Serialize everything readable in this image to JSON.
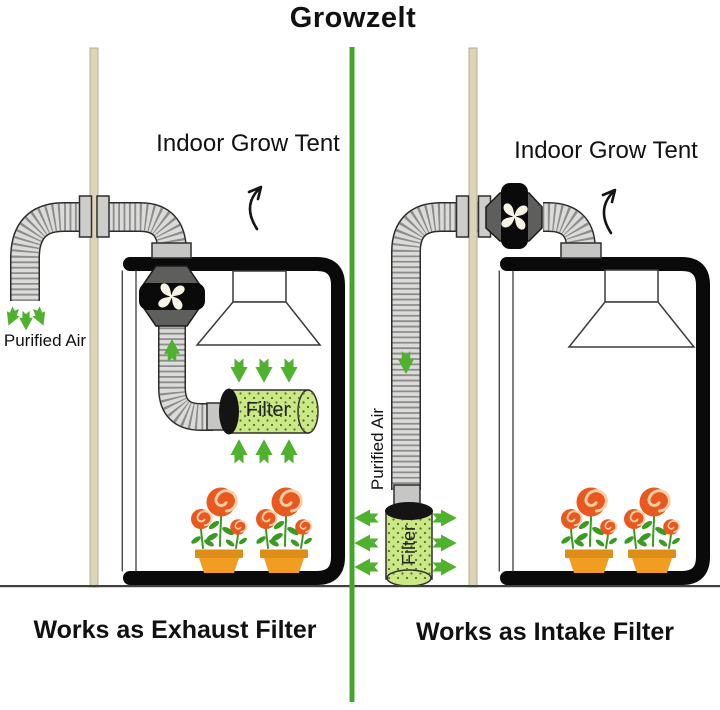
{
  "title": "Growzelt",
  "colors": {
    "divider_green": "#44a42c",
    "arrow_green": "#4fb12e",
    "filter_green": "#cbe886",
    "duct_gray": "#dbdbd9",
    "tent_black": "#0a0a0a",
    "pot_orange": "#f09d22",
    "bloom_orange": "#e9581e"
  },
  "left_panel": {
    "tent_label": "Indoor Grow Tent",
    "purified_air_label": "Purified Air",
    "filter_label": "Filter",
    "caption": "Works as Exhaust Filter"
  },
  "right_panel": {
    "tent_label": "Indoor Grow Tent",
    "purified_air_label": "Purified Air",
    "filter_label": "Filter",
    "caption": "Works as Intake Filter"
  }
}
